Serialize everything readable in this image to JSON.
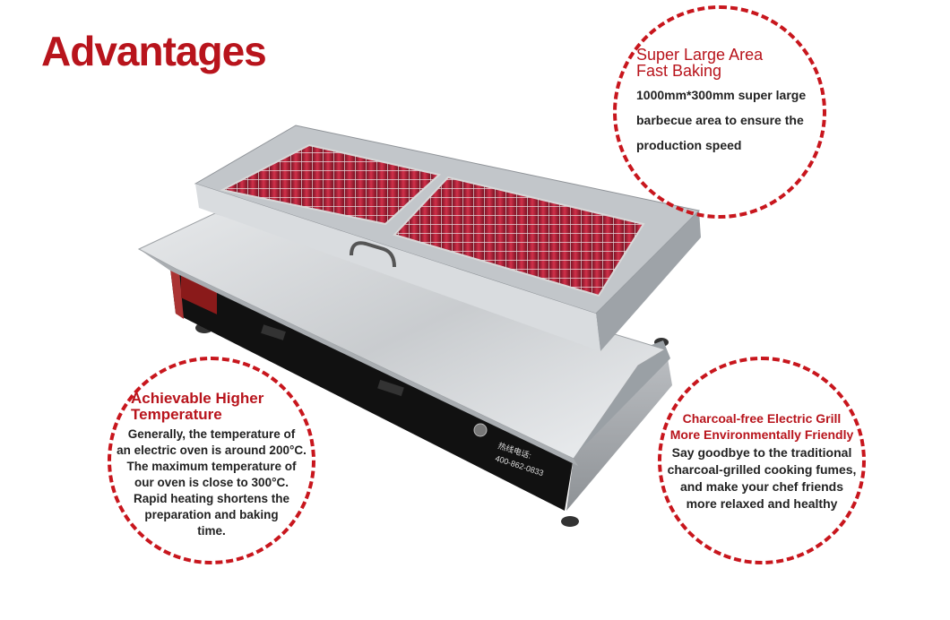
{
  "title": "Advantages",
  "callouts": {
    "area": {
      "heading_line1": "Super Large Area",
      "heading_line2": "Fast Baking",
      "lines": [
        "1000mm*300mm super large",
        "barbecue area to ensure the",
        "production speed"
      ]
    },
    "temperature": {
      "heading_line1": "Achievable Higher",
      "heading_line2": "Temperature",
      "lines": [
        "Generally, the temperature of",
        "an electric oven is around 200°C.",
        "The maximum temperature of",
        "our oven is close to 300°C.",
        "Rapid heating shortens the",
        "preparation and baking",
        "time."
      ]
    },
    "eco": {
      "heading_line1": "Charcoal-free Electric Grill",
      "heading_line2": "More Environmentally Friendly",
      "lines": [
        "Say goodbye to the traditional",
        "charcoal-grilled cooking fumes,",
        "and make your chef friends",
        "more relaxed and healthy"
      ]
    }
  },
  "product": {
    "panel_label_1": "热线电话:",
    "panel_label_2": "400-862-0833"
  },
  "colors": {
    "accent": "#c8161d",
    "title": "#b8141c"
  }
}
